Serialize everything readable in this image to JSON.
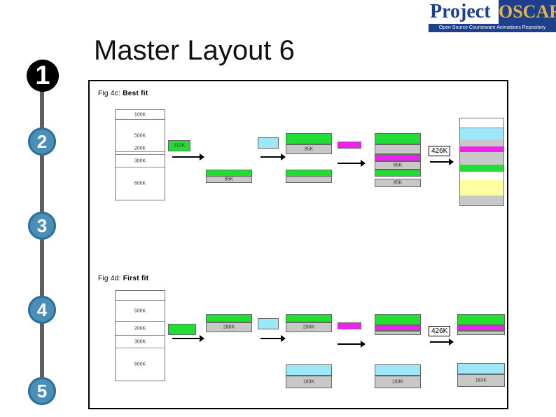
{
  "logo": {
    "project": "Project",
    "oscar": "OSCAR",
    "subtitle": "Open Source Courseware Animations Repository"
  },
  "title": "Master Layout 6",
  "steps": [
    "1",
    "2",
    "3",
    "4",
    "5"
  ],
  "colors": {
    "green": "#22dd33",
    "cyan": "#9de8f8",
    "gray": "#c8c8c8",
    "magenta": "#ee22ee",
    "yellow": "#fefea0",
    "step_blue": "#4a8fb8",
    "logo_blue": "#1d3f8c"
  },
  "fig_c": {
    "prefix": "Fig 4c: ",
    "caption": "Best fit",
    "mem_labels": [
      "100K",
      "500K",
      "200K",
      "300K",
      "600K"
    ],
    "process_in": "212K",
    "block_85_1": "85K",
    "block_85_2": "85K",
    "block_85_3": "85K",
    "block_85_4": "85K",
    "right_label": "426K"
  },
  "fig_d": {
    "prefix": "Fig 4d: ",
    "caption": "First fit",
    "mem_labels": [
      "500K",
      "200K",
      "300K",
      "600K"
    ],
    "block_288_1": "288K",
    "block_288_2": "288K",
    "block_183_1": "183K",
    "block_183_2": "183K",
    "block_183_3": "183K",
    "right_label": "426K"
  }
}
